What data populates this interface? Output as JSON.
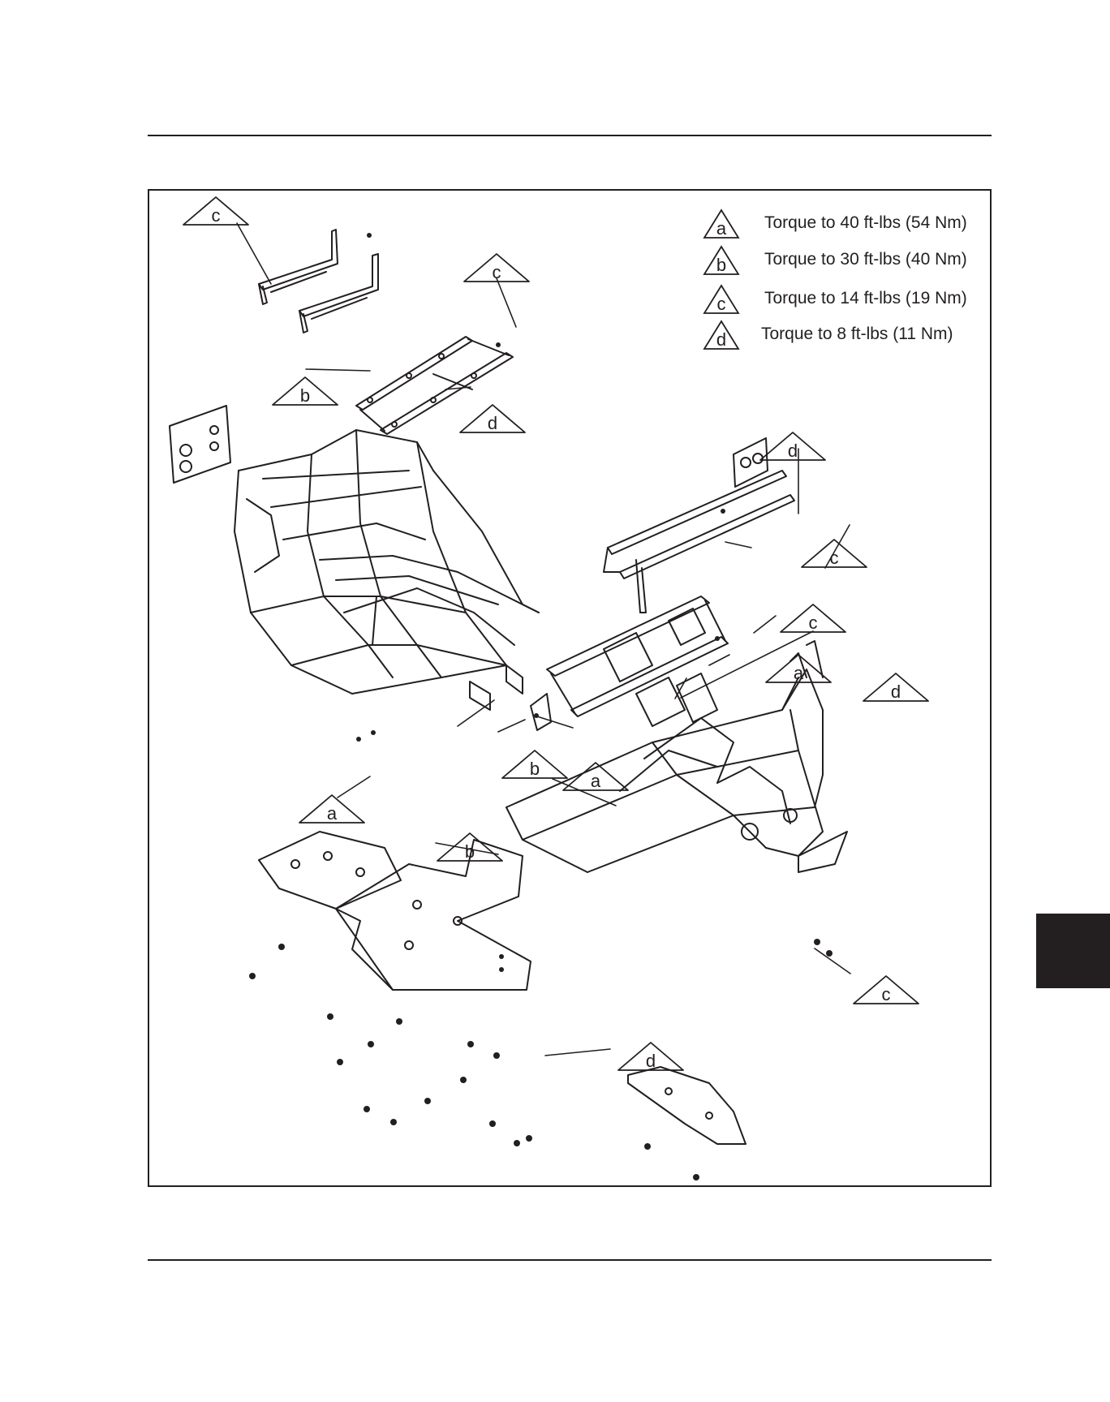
{
  "legend": [
    {
      "letter": "a",
      "text": "Torque to 40 ft-lbs (54 Nm)"
    },
    {
      "letter": "b",
      "text": "Torque to 30 ft-lbs (40 Nm)"
    },
    {
      "letter": "c",
      "text": "Torque to 14 ft-lbs (19 Nm)"
    },
    {
      "letter": "d",
      "text": "Torque to 8 ft-lbs (11 Nm)"
    }
  ],
  "callouts": [
    {
      "letter": "c"
    },
    {
      "letter": "c"
    },
    {
      "letter": "b"
    },
    {
      "letter": "d"
    },
    {
      "letter": "d"
    },
    {
      "letter": "c"
    },
    {
      "letter": "c"
    },
    {
      "letter": "a"
    },
    {
      "letter": "d"
    },
    {
      "letter": "b"
    },
    {
      "letter": "a"
    },
    {
      "letter": "a"
    },
    {
      "letter": "b"
    },
    {
      "letter": "c"
    },
    {
      "letter": "d"
    }
  ],
  "colors": {
    "ink": "#231f20",
    "tab": "#231f20",
    "background": "#ffffff"
  }
}
